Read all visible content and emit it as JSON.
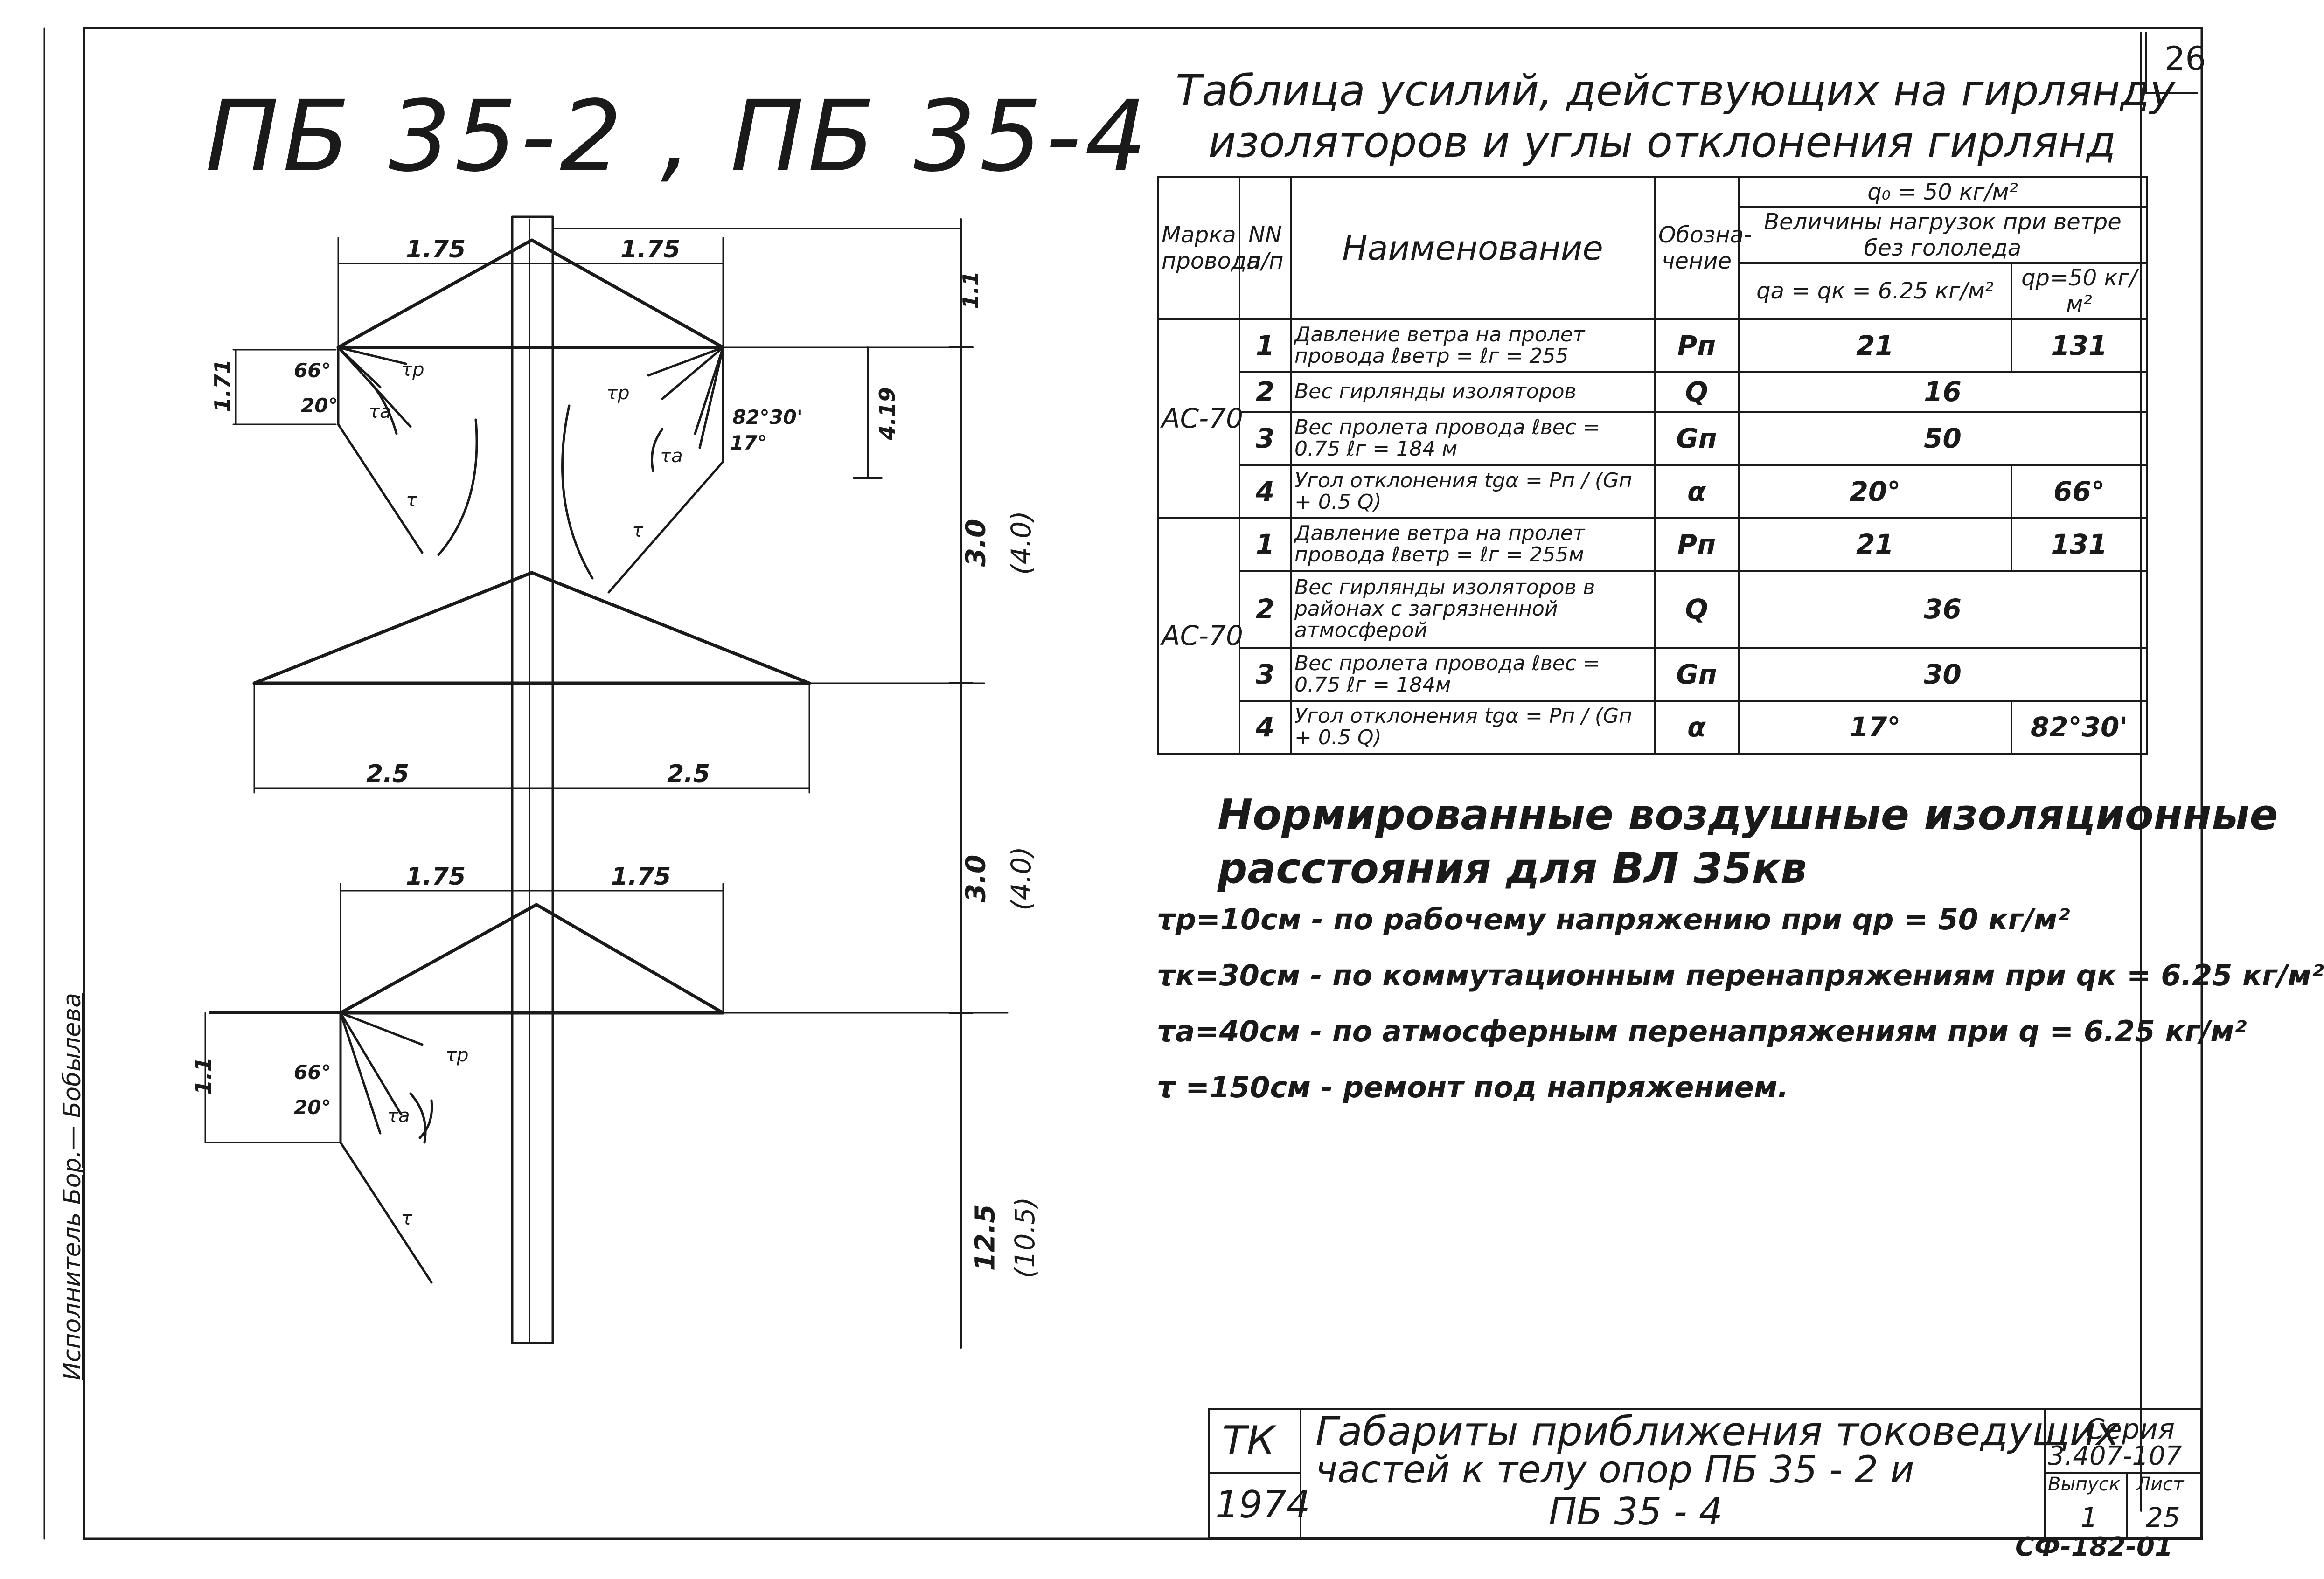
{
  "page": {
    "number": "26"
  },
  "side_note": "Исполнитель Бор.— Бобылева",
  "main_title": "ПБ 35-2 , ПБ 35-4",
  "drawing": {
    "dims_top": [
      "1.75",
      "1.75"
    ],
    "dims_mid": [
      "2.5",
      "2.5"
    ],
    "dims_low": [
      "1.75",
      "1.75"
    ],
    "dim_left_top": "1.71",
    "dim_left_low": "1.1",
    "dim_right_a": "1.1",
    "dim_right_b": "4.19",
    "right_dims": [
      {
        "v": "3.0",
        "p": "(4.0)"
      },
      {
        "v": "3.0",
        "p": "(4.0)"
      },
      {
        "v": "12.5",
        "p": "(10.5)"
      }
    ],
    "angles_tl": [
      "66°",
      "20°"
    ],
    "angles_tr": [
      "82°30'",
      "17°"
    ],
    "angles_bl": [
      "66°",
      "20°"
    ],
    "r_labels": {
      "p": "τр",
      "a": "τа",
      "r": "τ"
    }
  },
  "table": {
    "title_lines": [
      "Таблица усилий, действующих на гирлянду",
      "изоляторов и углы отклонения гирлянд"
    ],
    "headers": {
      "mark": "Марка провода",
      "num": "NN п/п",
      "name": "Наименование",
      "sym": "Обозна-чение",
      "top": "q₀ = 50 кг/м²",
      "sub": "Величины нагрузок при ветре без гололеда",
      "col1": "qа = qк = 6.25 кг/м²",
      "col2": "qр=50 кг/м²"
    },
    "groups": [
      {
        "mark": "АС-70",
        "rows": [
          {
            "n": "1",
            "name": "Давление ветра на пролет провода ℓветр = ℓг = 255",
            "sym": "Pп",
            "v1": "21",
            "v2": "131"
          },
          {
            "n": "2",
            "name": "Вес гирлянды изоляторов",
            "sym": "Q",
            "v": "16"
          },
          {
            "n": "3",
            "name": "Вес пролета провода ℓвес = 0.75 ℓг = 184 м",
            "sym": "Gп",
            "v": "50"
          },
          {
            "n": "4",
            "name": "Угол отклонения tgα = Pп / (Gп + 0.5 Q)",
            "sym": "α",
            "v1": "20°",
            "v2": "66°"
          }
        ]
      },
      {
        "mark": "АС-70",
        "rows": [
          {
            "n": "1",
            "name": "Давление ветра на пролет провода ℓветр = ℓг = 255м",
            "sym": "Pп",
            "v1": "21",
            "v2": "131"
          },
          {
            "n": "2",
            "name": "Вес гирлянды изоляторов в районах с загрязненной атмосферой",
            "sym": "Q",
            "v": "36"
          },
          {
            "n": "3",
            "name": "Вес пролета провода ℓвес = 0.75 ℓг = 184м",
            "sym": "Gп",
            "v": "30"
          },
          {
            "n": "4",
            "name": "Угол отклонения tgα = Pп / (Gп + 0.5 Q)",
            "sym": "α",
            "v1": "17°",
            "v2": "82°30'"
          }
        ]
      }
    ]
  },
  "norms": {
    "title_lines": [
      "Нормированные воздушные изоляционные",
      "расстояния для ВЛ 35кв"
    ],
    "lines": [
      "τр=10см - по рабочему напряжению при qр = 50 кг/м²",
      "τк=30см - по коммутационным перенапряжениям при qк = 6.25 кг/м²",
      "τа=40см - по атмосферным перенапряжениям при q = 6.25 кг/м²",
      "τ =150см - ремонт под напряжением."
    ]
  },
  "title_block": {
    "org": "ТК",
    "year": "1974",
    "title_lines": [
      "Габариты приближения токоведущих",
      "частей к телу опор  ПБ 35 - 2 и",
      "ПБ 35 - 4"
    ],
    "series_label": "Серия",
    "series_value": "3.407-107",
    "issue_label": "Выпуск",
    "issue_value": "1",
    "sheet_label": "Лист",
    "sheet_value": "25"
  },
  "footer_code": "СФ-182-01"
}
